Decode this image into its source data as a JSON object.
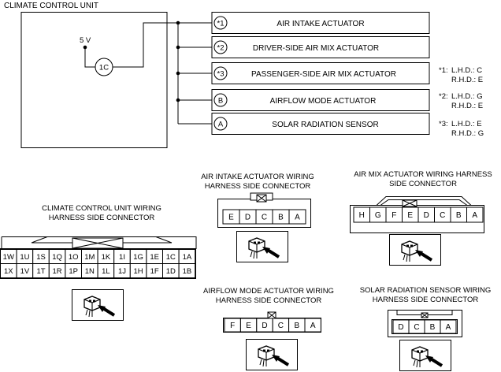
{
  "unit": {
    "title": "CLIMATE CONTROL UNIT",
    "voltage": "5 V",
    "terminal": "1C"
  },
  "components": [
    {
      "mark": "*1",
      "label": "AIR INTAKE ACTUATOR"
    },
    {
      "mark": "*2",
      "label": "DRIVER-SIDE AIR MIX ACTUATOR"
    },
    {
      "mark": "*3",
      "label": "PASSENGER-SIDE AIR MIX ACTUATOR"
    },
    {
      "mark": "B",
      "label": "AIRFLOW MODE ACTUATOR"
    },
    {
      "mark": "A",
      "label": "SOLAR RADIATION SENSOR"
    }
  ],
  "notes": [
    {
      "mark": "*1:",
      "lhd": "L.H.D.: C",
      "rhd": "R.H.D.: E"
    },
    {
      "mark": "*2:",
      "lhd": "L.H.D.: G",
      "rhd": "R.H.D.: E"
    },
    {
      "mark": "*3:",
      "lhd": "L.H.D.: E",
      "rhd": "R.H.D.: G"
    }
  ],
  "connectors": {
    "ccu": {
      "title1": "CLIMATE CONTROL UNIT WIRING",
      "title2": "HARNESS SIDE CONNECTOR",
      "row1": [
        "1W",
        "1U",
        "1S",
        "1Q",
        "1O",
        "1M",
        "1K",
        "1I",
        "1G",
        "1E",
        "1C",
        "1A"
      ],
      "row2": [
        "1X",
        "1V",
        "1T",
        "1R",
        "1P",
        "1N",
        "1L",
        "1J",
        "1H",
        "1F",
        "1D",
        "1B"
      ]
    },
    "air_intake": {
      "title1": "AIR INTAKE ACTUATOR WIRING",
      "title2": "HARNESS SIDE CONNECTOR",
      "pins": [
        "E",
        "D",
        "C",
        "B",
        "A"
      ]
    },
    "air_mix": {
      "title1": "AIR MIX ACTUATOR WIRING HARNESS",
      "title2": "SIDE CONNECTOR",
      "pins": [
        "H",
        "G",
        "F",
        "E",
        "D",
        "C",
        "B",
        "A"
      ]
    },
    "airflow": {
      "title1": "AIRFLOW MODE ACTUATOR WIRING",
      "title2": "HARNESS SIDE CONNECTOR",
      "pins": [
        "F",
        "E",
        "D",
        "C",
        "B",
        "A"
      ]
    },
    "solar": {
      "title1": "SOLAR RADIATION SENSOR WIRING",
      "title2": "HARNESS SIDE CONNECTOR",
      "pins": [
        "D",
        "C",
        "B",
        "A"
      ]
    }
  }
}
